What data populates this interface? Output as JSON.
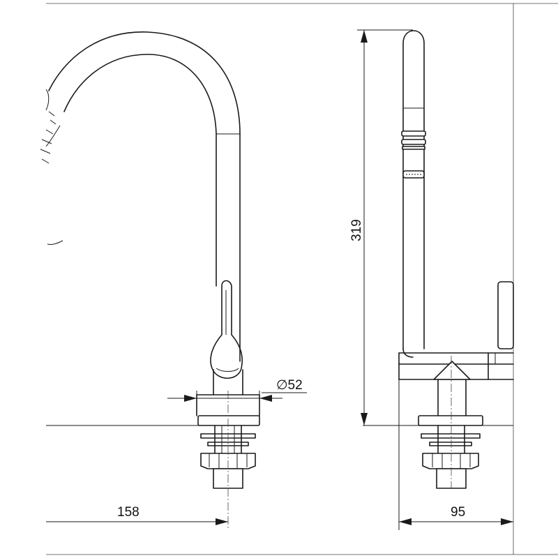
{
  "dimensions": {
    "reach": "158",
    "diameter": "∅52",
    "height": "319",
    "depth": "95"
  },
  "colors": {
    "line": "#1a1a1a",
    "background": "#ffffff"
  }
}
